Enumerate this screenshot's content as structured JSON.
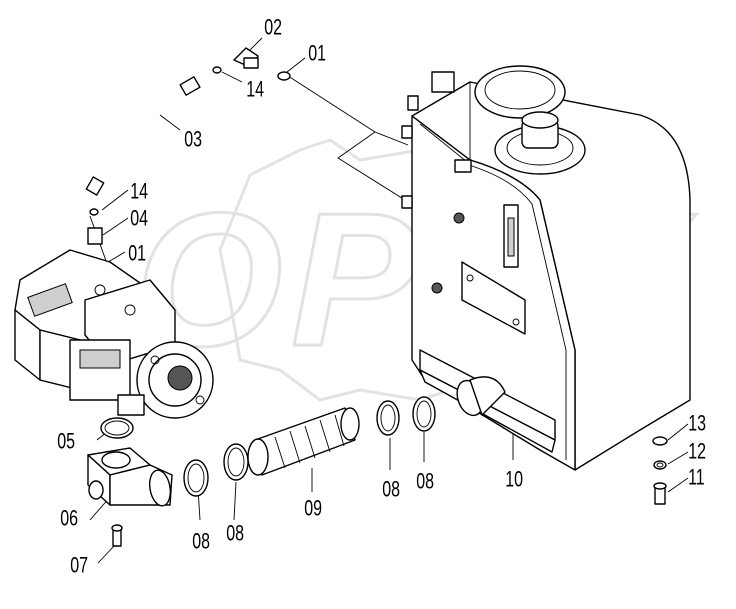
{
  "watermark": "OPEX",
  "corner_mark": "",
  "part_labels": [
    {
      "id": "02",
      "text": "02"
    },
    {
      "id": "01a",
      "text": "01"
    },
    {
      "id": "14a",
      "text": "14"
    },
    {
      "id": "03",
      "text": "03"
    },
    {
      "id": "14b",
      "text": "14"
    },
    {
      "id": "04",
      "text": "04"
    },
    {
      "id": "01b",
      "text": "01"
    },
    {
      "id": "05",
      "text": "05"
    },
    {
      "id": "06",
      "text": "06"
    },
    {
      "id": "07",
      "text": "07"
    },
    {
      "id": "08a",
      "text": "08"
    },
    {
      "id": "08b",
      "text": "08"
    },
    {
      "id": "09",
      "text": "09"
    },
    {
      "id": "08c",
      "text": "08"
    },
    {
      "id": "08d",
      "text": "08"
    },
    {
      "id": "10",
      "text": "10"
    },
    {
      "id": "13",
      "text": "13"
    },
    {
      "id": "12",
      "text": "12"
    },
    {
      "id": "11",
      "text": "11"
    }
  ]
}
